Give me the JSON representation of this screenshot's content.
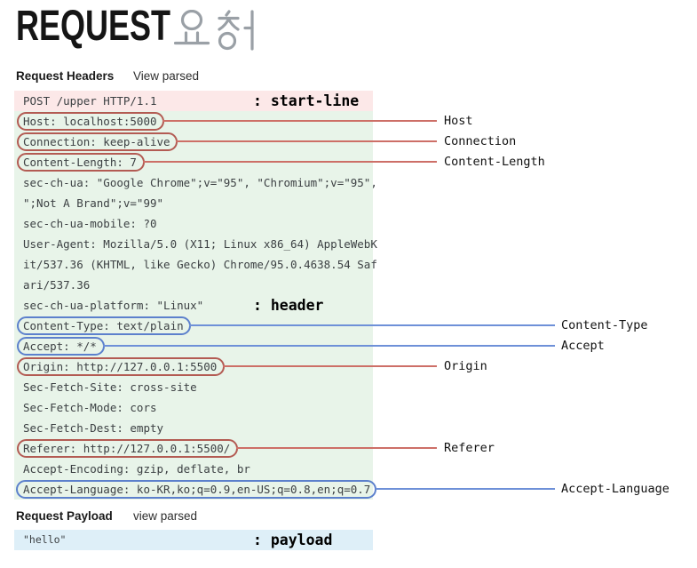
{
  "title": {
    "main": "REQUEST",
    "subtitle": "요청"
  },
  "sections": {
    "headers_label": "Request Headers",
    "headers_action": "View parsed",
    "payload_label": "Request Payload",
    "payload_action": "view parsed"
  },
  "start_line": {
    "text": "POST /upper HTTP/1.1"
  },
  "annotations": {
    "start_line": ": start-line",
    "header": ": header",
    "payload": ": payload"
  },
  "headers": {
    "lines": [
      "Host: localhost:5000",
      "Connection: keep-alive",
      "Content-Length: 7",
      "sec-ch-ua: \"Google Chrome\";v=\"95\", \"Chromium\";v=\"95\",",
      "\";Not A Brand\";v=\"99\"",
      "sec-ch-ua-mobile: ?0",
      "User-Agent: Mozilla/5.0 (X11; Linux x86_64) AppleWebK",
      "it/537.36 (KHTML, like Gecko) Chrome/95.0.4638.54 Saf",
      "ari/537.36",
      "sec-ch-ua-platform: \"Linux\"",
      "Content-Type: text/plain",
      "Accept: */*",
      "Origin: http://127.0.0.1:5500",
      "Sec-Fetch-Site: cross-site",
      "Sec-Fetch-Mode: cors",
      "Sec-Fetch-Dest: empty",
      "Referer: http://127.0.0.1:5500/",
      "Accept-Encoding: gzip, deflate, br",
      "Accept-Language: ko-KR,ko;q=0.9,en-US;q=0.8,en;q=0.7"
    ]
  },
  "callouts": {
    "host": "Host",
    "connection": "Connection",
    "content_length": "Content-Length",
    "content_type": "Content-Type",
    "accept": "Accept",
    "origin": "Origin",
    "referer": "Referer",
    "accept_language": "Accept-Language"
  },
  "payload": {
    "value": "\"hello\""
  },
  "colors": {
    "highlight_red": "#b35b53",
    "highlight_blue": "#5c80cc",
    "line_red": "#cd6f67",
    "line_blue": "#6e90d8",
    "start_line_bg": "#fce8e8",
    "headers_bg": "#e8f4e9",
    "payload_bg": "#deeff8",
    "subtitle_gray": "#9aa0a6"
  }
}
